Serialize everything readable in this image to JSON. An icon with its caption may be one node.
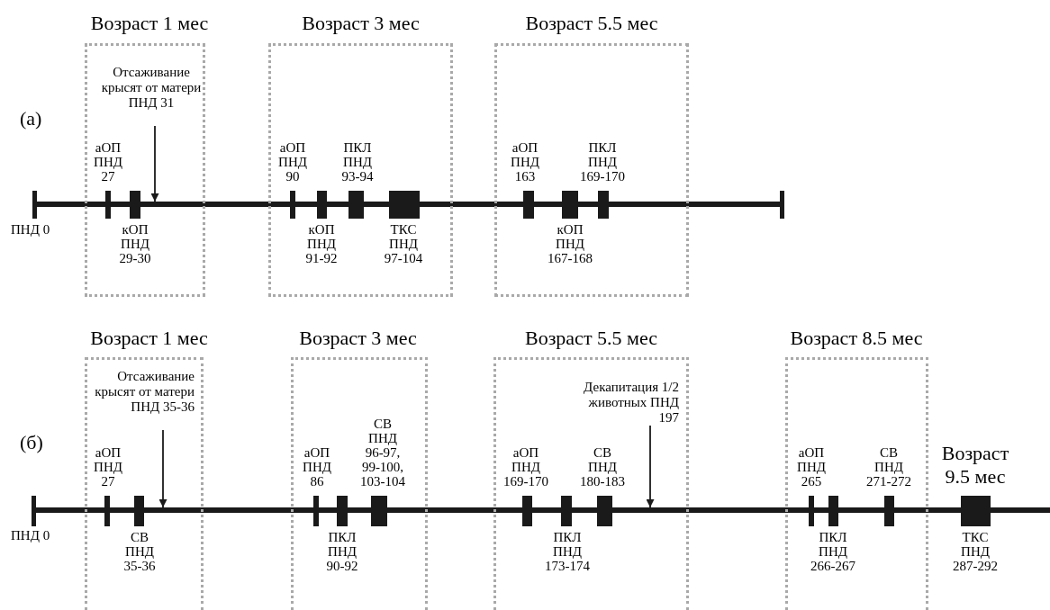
{
  "diagram": {
    "nodes": [
      {
        "text": [],
        "shape": "line",
        "beside": [
          "ПНД 0"
        ]
      },
      {
        "text": [
          "Возраст 1 мес"
        ]
      },
      {
        "text": [],
        "shape": "bar",
        "in": 1,
        "beside": [
          "аОП ПНД 27"
        ]
      },
      {
        "text": [
          "Отсаживание крысят от матери ПНД 31"
        ],
        "in": 1
      },
      {
        "text": [],
        "shape": "bar",
        "in": 1,
        "beside": [
          "кОП ПНД 29-30"
        ]
      },
      {
        "text": [
          "Возраст 3 мес"
        ]
      },
      {
        "text": [],
        "shape": "bar",
        "in": 5,
        "beside": [
          "аОП ПНД 90"
        ]
      },
      {
        "text": [],
        "shape": "bar",
        "in": 5,
        "beside": [
          "кОП ПНД 91-92"
        ]
      },
      {
        "text": [],
        "shape": "bar",
        "in": 5,
        "beside": [
          "ПКЛ ПНД 93-94"
        ]
      },
      {
        "text": [],
        "shape": "bar",
        "in": 5,
        "beside": [
          "ТКС ПНД 97-104"
        ]
      },
      {
        "text": [
          "Возраст 5.5 мес"
        ]
      },
      {
        "text": [],
        "shape": "bar",
        "in": 10,
        "beside": [
          "аОП ПНД 163"
        ]
      },
      {
        "text": [],
        "shape": "bar",
        "in": 10,
        "beside": [
          "кОП ПНД 167-168"
        ]
      },
      {
        "text": [],
        "shape": "bar",
        "in": 10,
        "beside": [
          "ПКЛ ПНД 169-170"
        ]
      },
      {
        "text": [],
        "shape": "line",
        "beside": [
          "ПНД 0"
        ]
      },
      {
        "text": [
          "Возраст 1 мес"
        ]
      },
      {
        "text": [],
        "shape": "bar",
        "in": 15,
        "beside": [
          "аОП ПНД 27"
        ]
      },
      {
        "text": [
          "Отсаживание крысят от матери ПНД 35-36"
        ],
        "in": 15
      },
      {
        "text": [],
        "shape": "bar",
        "in": 15,
        "beside": [
          "СВ ПНД 35-36"
        ]
      },
      {
        "text": [
          "Возраст 3 мес"
        ]
      },
      {
        "text": [],
        "shape": "bar",
        "in": 19,
        "beside": [
          "аОП ПНД 86"
        ]
      },
      {
        "text": [],
        "shape": "bar",
        "in": 19,
        "beside": [
          "ПКЛ ПНД 90-92"
        ]
      },
      {
        "text": [],
        "shape": "bar",
        "in": 19,
        "beside": [
          "СВ ПНД 96-97, 99-100, 103-104"
        ]
      },
      {
        "text": [
          "Возраст 5.5 мес"
        ]
      },
      {
        "text": [],
        "shape": "bar",
        "in": 23,
        "beside": [
          "аОП ПНД 169-170"
        ]
      },
      {
        "text": [],
        "shape": "bar",
        "in": 23,
        "beside": [
          "ПКЛ ПНД 173-174"
        ]
      },
      {
        "text": [],
        "shape": "bar",
        "in": 23,
        "beside": [
          "СВ ПНД 180-183"
        ]
      },
      {
        "text": [
          "Декапитация 1/2 животных ПНД 197"
        ],
        "in": 23
      },
      {
        "text": [
          "Возраст 8.5 мес"
        ]
      },
      {
        "text": [],
        "shape": "bar",
        "in": 28,
        "beside": [
          "аОП ПНД 265"
        ]
      },
      {
        "text": [],
        "shape": "bar",
        "in": 28,
        "beside": [
          "ПКЛ ПНД 266-267"
        ]
      },
      {
        "text": [],
        "shape": "bar",
        "in": 28,
        "beside": [
          "СВ ПНД 271-272"
        ]
      },
      {
        "text": [],
        "shape": "bar",
        "beside": [
          "Возраст 9.5 мес",
          "ТКС ПНД 287-292"
        ]
      }
    ],
    "edges": [
      {
        "from": 3,
        "to": 0,
        "arrow": "to"
      },
      {
        "from": 17,
        "to": 14,
        "arrow": "to"
      },
      {
        "from": 27,
        "to": 14,
        "arrow": "to"
      }
    ],
    "labels": [
      "(а)",
      "(б)"
    ]
  }
}
